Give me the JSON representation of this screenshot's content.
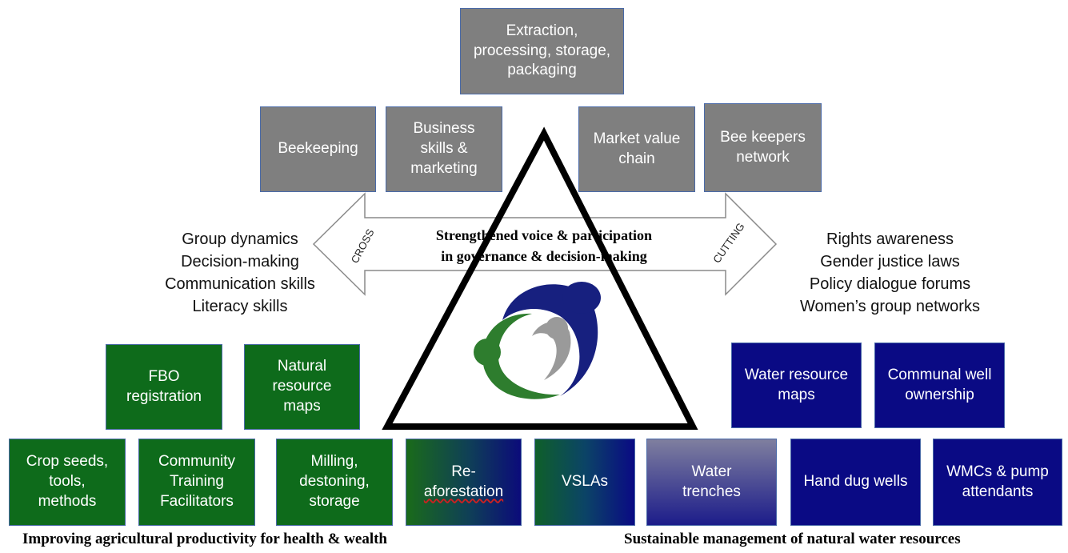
{
  "top_boxes": {
    "extraction": "Extraction, processing, storage, packaging",
    "beekeeping": "Beekeeping",
    "business": "Business skills & marketing",
    "market": "Market value chain",
    "beekeepers_network": "Bee keepers network"
  },
  "center": {
    "line1": "Strengthened voice & participation",
    "line2": "in governance & decision-making",
    "arrow_left_label": "CROSS",
    "arrow_right_label": "CUTTING"
  },
  "left_list": [
    "Group dynamics",
    "Decision-making",
    "Communication skills",
    "Literacy skills"
  ],
  "right_list": [
    "Rights awareness",
    "Gender justice laws",
    "Policy dialogue forums",
    "Women’s group networks"
  ],
  "green_top": {
    "fbo": "FBO registration",
    "nrm": "Natural resource maps"
  },
  "navy_top": {
    "wrm": "Water resource maps",
    "communal": "Communal well ownership"
  },
  "bottom_row": {
    "crop": "Crop seeds, tools, methods",
    "ctf": "Community Training Facilitators",
    "milling": "Milling, destoning, storage",
    "reafor_1": "Re-",
    "reafor_2": "aforestation",
    "vslas": "VSLAs",
    "trenches": "Water trenches",
    "hand_dug": "Hand dug wells",
    "wmcs": "WMCs & pump attendants"
  },
  "captions": {
    "left": "Improving agricultural productivity for health & wealth",
    "right": "Sustainable management of natural water resources"
  },
  "colors": {
    "gray_box": "#7f7f7f",
    "green_box": "#0e6b1b",
    "navy_box": "#0a0a84",
    "logo_blue": "#17207f",
    "logo_green": "#2e7d2e",
    "logo_gray": "#9a9a9a"
  }
}
